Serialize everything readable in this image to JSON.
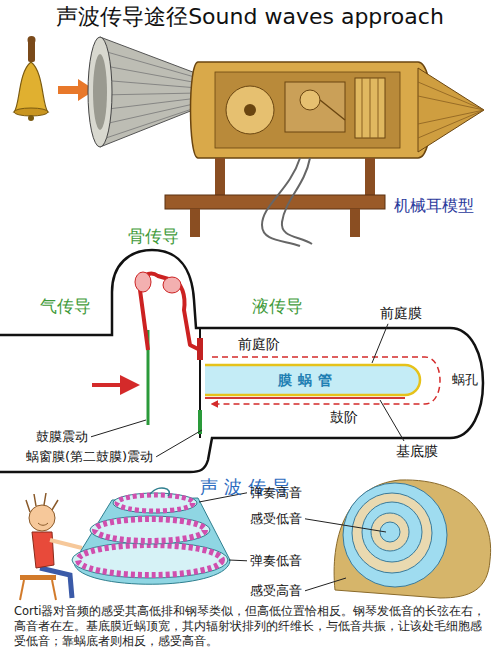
{
  "diagram": {
    "title": "声波传导途径Sound waves approach",
    "caption": "Corti器对音频的感受其高低排和钢琴类似，但高低位置恰相反。钢琴发低音的长弦在右，高音者在左。基底膜近蜗顶宽，其内辐射状排列的纤维长，与低音共振，让该处毛细胞感受低音；靠蜗底者则相反，感受高音。",
    "nodes": [
      {
        "text": [
          "膜蜗管"
        ]
      }
    ],
    "labels": [
      "机械耳模型",
      "骨传导",
      "气传导",
      "液传导",
      "前庭膜",
      "前庭阶",
      "蜗孔",
      "鼓阶",
      "基底膜",
      "鼓膜震动",
      "蜗窗膜(第二鼓膜)震动",
      "声波传导",
      "弹奏高音",
      "感受低音",
      "弹奏低音",
      "感受高音"
    ]
  }
}
